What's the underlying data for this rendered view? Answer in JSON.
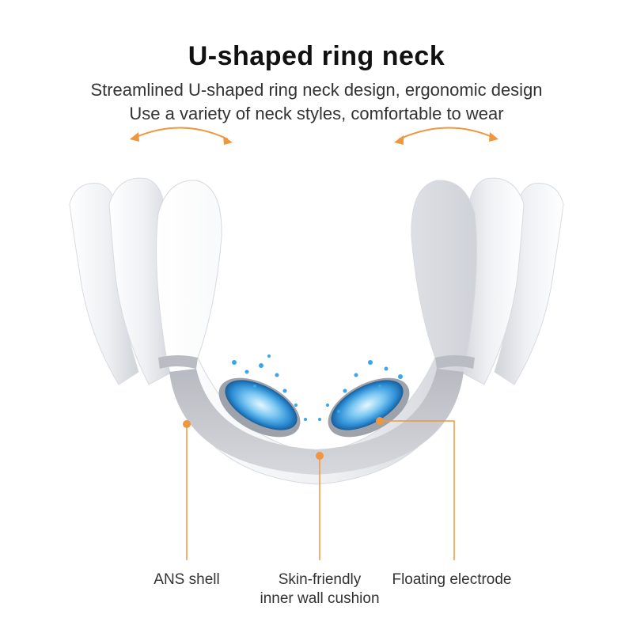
{
  "header": {
    "title": "U-shaped ring neck",
    "line1": "Streamlined U-shaped ring neck design, ergonomic design",
    "line2": "Use a variety of neck styles, comfortable to wear"
  },
  "labels": {
    "shell": "ANS shell",
    "cushion_line1": "Skin-friendly",
    "cushion_line2": "inner wall cushion",
    "electrode": "Floating electrode"
  },
  "colors": {
    "accent_orange": "#f0963c",
    "device_white": "#f4f4f6",
    "cushion_gray": "#c4c6cc",
    "electrode_blue": "#3aa6e8"
  }
}
